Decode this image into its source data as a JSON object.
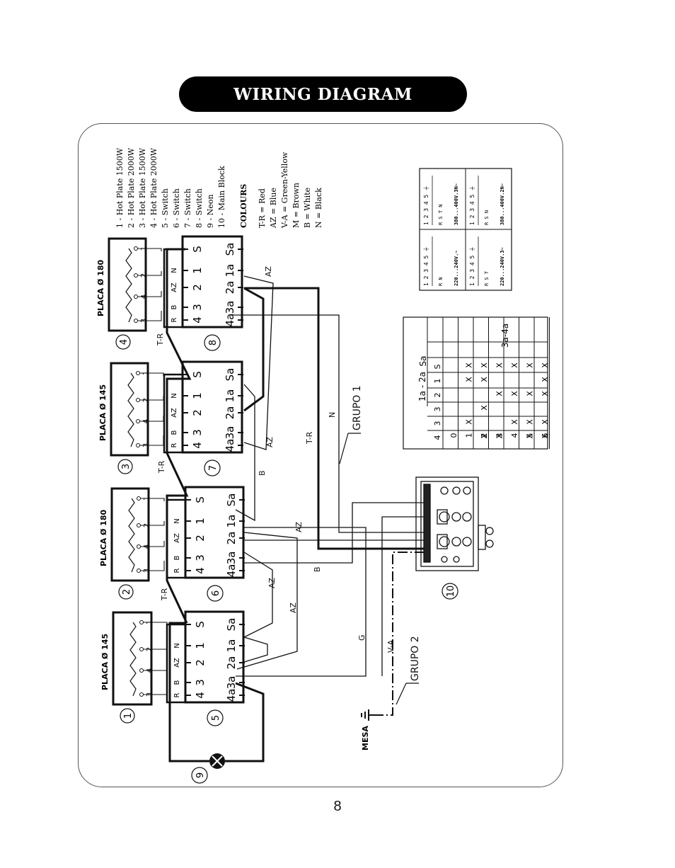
{
  "title": "WIRING DIAGRAM",
  "page_number": "8",
  "legend": {
    "items": [
      "1 - Hot Plate 1500W",
      "2 - Hot Plate 2000W",
      "3 - Hot Plate 1500W",
      "4 - Hot Plate 2000W",
      "5 - Switch",
      "6 - Switch",
      "7 - Switch",
      "8 - Switch",
      "9 - Neon",
      "10 - Main Block"
    ],
    "colours_heading": "COLOURS",
    "colours": [
      "T-R = Red",
      "AZ  = Blue",
      "V-A = Green-Yellow",
      "M   = Brown",
      "B   = White",
      "N   = Black"
    ]
  },
  "plates": [
    {
      "number": "1",
      "label": "PLACA Ø 145"
    },
    {
      "number": "2",
      "label": "PLACA Ø 180"
    },
    {
      "number": "3",
      "label": "PLACA Ø 145"
    },
    {
      "number": "4",
      "label": "PLACA Ø 180"
    }
  ],
  "switches": [
    {
      "number": "5"
    },
    {
      "number": "6"
    },
    {
      "number": "7"
    },
    {
      "number": "8"
    }
  ],
  "switch_terminals": {
    "top": [
      "S",
      "1",
      "2",
      "3",
      "4"
    ],
    "bottom": [
      "Sa",
      "1a",
      "2a",
      "3a",
      "4a"
    ],
    "left": [
      "N",
      "AZ",
      "B",
      "R"
    ]
  },
  "plate_terminals": [
    "1",
    "2",
    "4",
    "3"
  ],
  "wire_labels": {
    "tr": "T-R",
    "az": "AZ",
    "b": "B",
    "n": "N",
    "g": "G",
    "va": "V-A"
  },
  "groups": {
    "g1": "GRUPO 1",
    "g2": "GRUPO 2"
  },
  "neon": {
    "number": "9"
  },
  "main_block": {
    "number": "10"
  },
  "ground": {
    "label": "MESA"
  },
  "switch_table": {
    "corner": "",
    "headers": [
      "Sa",
      "1a - 2a",
      "3a-4a"
    ],
    "subheaders": [
      "S",
      "1",
      "2",
      "3",
      "3",
      "4"
    ],
    "rows": [
      {
        "pos": "0",
        "cells": [
          "",
          "",
          "",
          "",
          "",
          ""
        ]
      },
      {
        "pos": "1",
        "cells": [
          "X",
          "X",
          "",
          "",
          "X",
          ""
        ]
      },
      {
        "pos": "2",
        "cells": [
          "X",
          "X",
          "",
          "X",
          "",
          "X"
        ]
      },
      {
        "pos": "3",
        "cells": [
          "X",
          "",
          "X",
          "",
          "",
          "X"
        ]
      },
      {
        "pos": "4",
        "cells": [
          "X",
          "",
          "X",
          "",
          "X",
          ""
        ]
      },
      {
        "pos": "5",
        "cells": [
          "X",
          "",
          "X",
          "",
          "X",
          "X"
        ]
      },
      {
        "pos": "6",
        "cells": [
          "X",
          "X",
          "X",
          "",
          "X",
          "X"
        ]
      }
    ]
  },
  "supply_diagrams": [
    {
      "terminals": "1 2 3 4 5 ⏚",
      "phases": "R  N",
      "voltage": "220...240V.~"
    },
    {
      "terminals": "1 2 3 4 5 ⏚",
      "phases": "R  S  T  N",
      "voltage": "380...400V.3N~"
    },
    {
      "terminals": "1 2 3 4 5 ⏚",
      "phases": "R  S  T",
      "voltage": "220...240V.3~"
    },
    {
      "terminals": "1 2 3 4 5 ⏚",
      "phases": "R  S  N",
      "voltage": "380...400V.2N~"
    }
  ]
}
